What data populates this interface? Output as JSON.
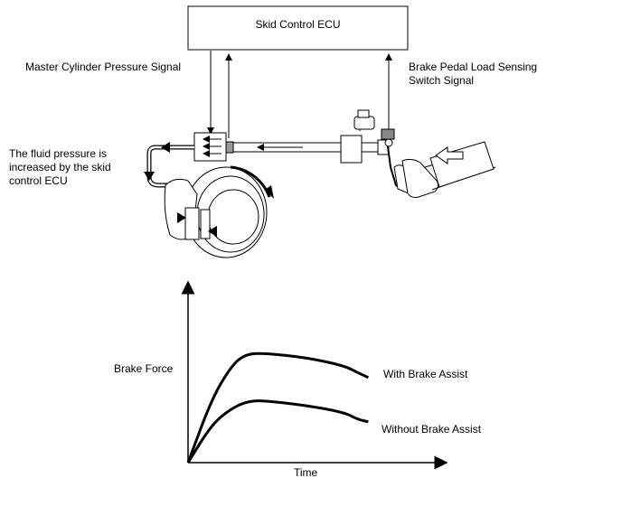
{
  "ecu": {
    "label": "Skid Control ECU"
  },
  "signals": {
    "master_cylinder": "Master Cylinder Pressure Signal",
    "brake_pedal_line1": "Brake Pedal Load Sensing",
    "brake_pedal_line2": "Switch Signal"
  },
  "note": {
    "line1": "The fluid pressure is",
    "line2": "increased by the skid",
    "line3": "control ECU"
  },
  "chart_data": {
    "type": "line",
    "xlabel": "Time",
    "ylabel": "Brake Force",
    "series": [
      {
        "name": "With Brake Assist",
        "points": [
          [
            0,
            0
          ],
          [
            0.7,
            0.55
          ],
          [
            1.3,
            0.84
          ],
          [
            1.7,
            0.93
          ],
          [
            2.2,
            0.94
          ],
          [
            3.5,
            0.9
          ],
          [
            4.6,
            0.83
          ],
          [
            5.0,
            0.77
          ],
          [
            5.3,
            0.73
          ]
        ]
      },
      {
        "name": "Without Brake Assist",
        "points": [
          [
            0,
            0
          ],
          [
            0.7,
            0.33
          ],
          [
            1.3,
            0.47
          ],
          [
            1.8,
            0.53
          ],
          [
            2.3,
            0.53
          ],
          [
            3.5,
            0.49
          ],
          [
            4.6,
            0.43
          ],
          [
            5.0,
            0.37
          ],
          [
            5.3,
            0.35
          ]
        ]
      }
    ],
    "xlim": [
      0,
      7.6
    ],
    "ylim": [
      0,
      1.55
    ],
    "grid": false
  }
}
